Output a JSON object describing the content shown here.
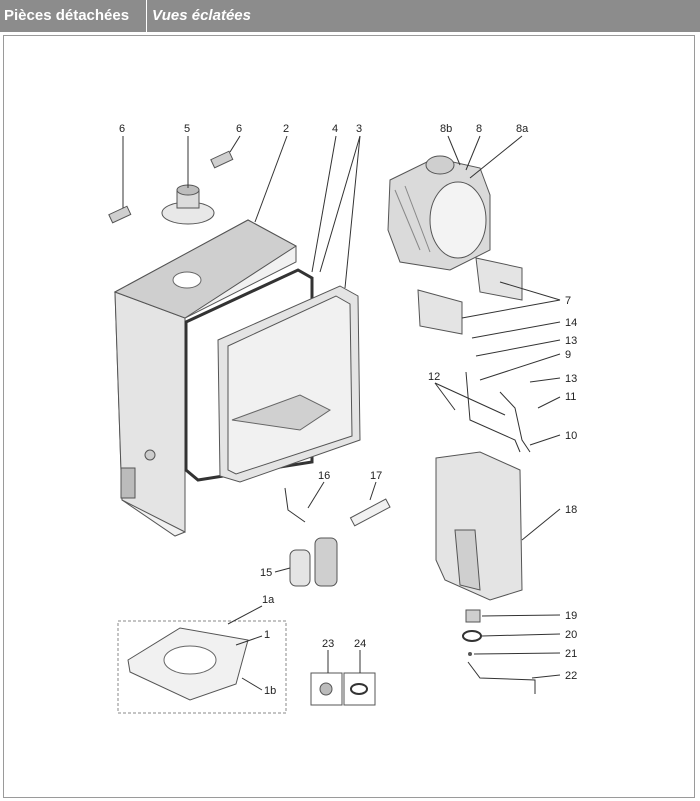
{
  "header": {
    "title": "Pièces détachées",
    "subtitle": "Vues éclatées"
  },
  "labels": {
    "l6a": "6",
    "l5": "5",
    "l6b": "6",
    "l2": "2",
    "l4": "4",
    "l3": "3",
    "l8b": "8b",
    "l8": "8",
    "l8a": "8a",
    "l7": "7",
    "l14": "14",
    "l13a": "13",
    "l9": "9",
    "l13b": "13",
    "l12": "12",
    "l11": "11",
    "l10": "10",
    "l16": "16",
    "l17": "17",
    "l18": "18",
    "l15": "15",
    "l1a": "1a",
    "l1": "1",
    "l1b": "1b",
    "l23": "23",
    "l24": "24",
    "l19": "19",
    "l20": "20",
    "l21": "21",
    "l22": "22"
  },
  "colors": {
    "header_bg": "#8c8c8c",
    "header_text": "#ffffff",
    "frame_border": "#9a9a9a"
  }
}
